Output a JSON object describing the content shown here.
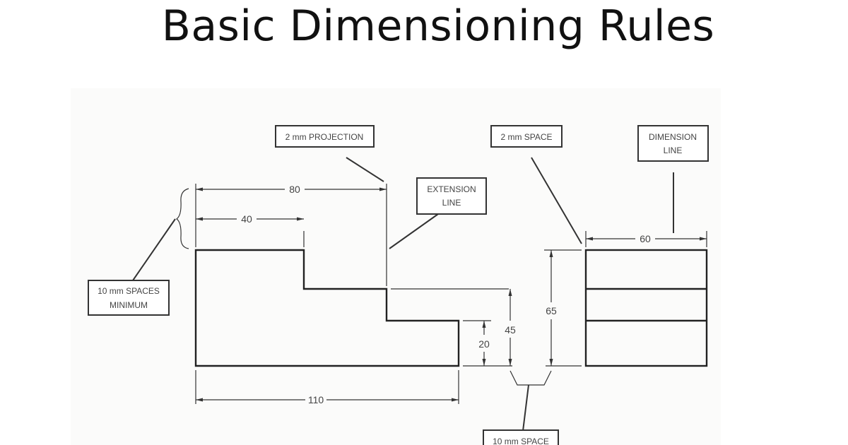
{
  "slide": {
    "title": "Basic Dimensioning Rules"
  },
  "diagram": {
    "callouts": {
      "projection": "2 mm PROJECTION",
      "extension_line": [
        "EXTENSION",
        "LINE"
      ],
      "space_2mm": "2 mm SPACE",
      "dimension_line": [
        "DIMENSION",
        "LINE"
      ],
      "spaces_min": [
        "10 mm SPACES",
        "MINIMUM"
      ],
      "space_10mm": "10 mm SPACE"
    },
    "dimensions": {
      "d80": "80",
      "d40": "40",
      "d110": "110",
      "d20": "20",
      "d45": "45",
      "d65": "65",
      "d60": "60"
    }
  }
}
